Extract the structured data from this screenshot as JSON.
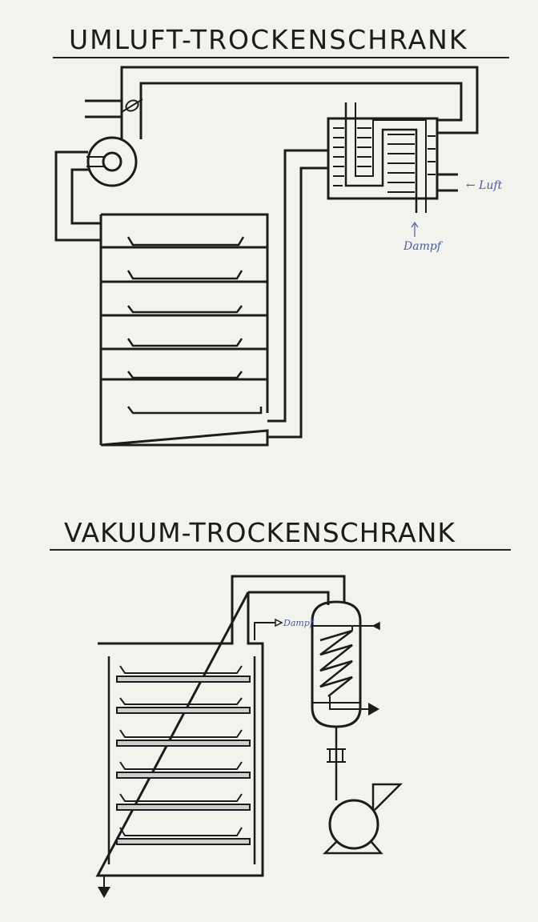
{
  "diagram1": {
    "title": "UMLUFT-TROCKENSCHRANK",
    "label_air": "← Luft",
    "label_steam": "Dampf"
  },
  "diagram2": {
    "title": "VAKUUM-TROCKENSCHRANK",
    "label_steam": "Dampf"
  },
  "colors": {
    "ink": "#1c1c1c",
    "handwriting": "#4a5aa8",
    "paper": "#f3f3ee"
  }
}
